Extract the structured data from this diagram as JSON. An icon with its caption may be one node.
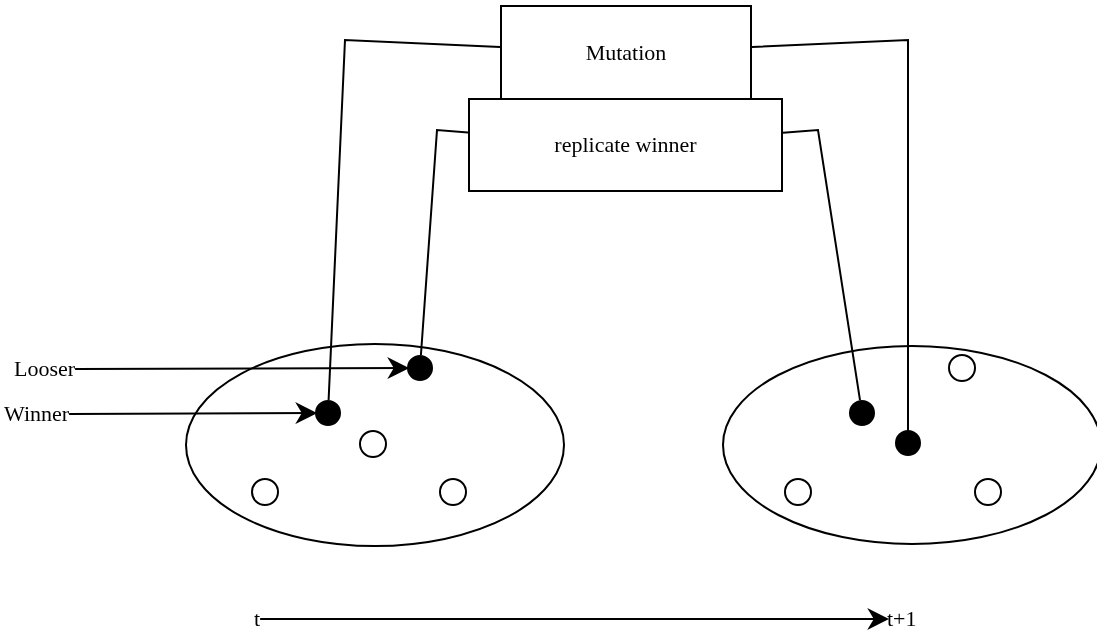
{
  "diagram": {
    "nodes": [
      {
        "text": [
          "Mutation"
        ]
      },
      {
        "text": [
          "replicate winner"
        ]
      },
      {
        "text": [],
        "shape": "ellipse"
      },
      {
        "text": [
          "Looser"
        ]
      },
      {
        "text": [
          "Winner"
        ]
      },
      {
        "text": [],
        "shape": "circle",
        "in": 2
      },
      {
        "text": [],
        "shape": "circle",
        "in": 2
      },
      {
        "text": [],
        "shape": "circle",
        "in": 2
      },
      {
        "text": [],
        "shape": "circle",
        "in": 2
      },
      {
        "text": [],
        "shape": "circle",
        "in": 2
      },
      {
        "text": [],
        "shape": "ellipse"
      },
      {
        "text": [],
        "shape": "circle",
        "in": 10
      },
      {
        "text": [],
        "shape": "circle",
        "in": 10
      },
      {
        "text": [],
        "shape": "circle",
        "in": 10
      },
      {
        "text": [],
        "shape": "circle",
        "in": 10
      },
      {
        "text": [],
        "shape": "circle",
        "in": 10
      },
      {
        "text": [
          "t"
        ]
      },
      {
        "text": [
          "t+1"
        ]
      }
    ],
    "edges": [
      {
        "from": 3,
        "to": 5,
        "arrow": "to"
      },
      {
        "from": 4,
        "to": 6,
        "arrow": "to"
      },
      {
        "from": 6,
        "to": 0,
        "arrow": "none"
      },
      {
        "from": 5,
        "to": 1,
        "arrow": "none"
      },
      {
        "from": 1,
        "to": 12,
        "arrow": "none"
      },
      {
        "from": 0,
        "to": 13,
        "arrow": "none"
      },
      {
        "from": 16,
        "to": 17,
        "arrow": "to"
      }
    ]
  }
}
